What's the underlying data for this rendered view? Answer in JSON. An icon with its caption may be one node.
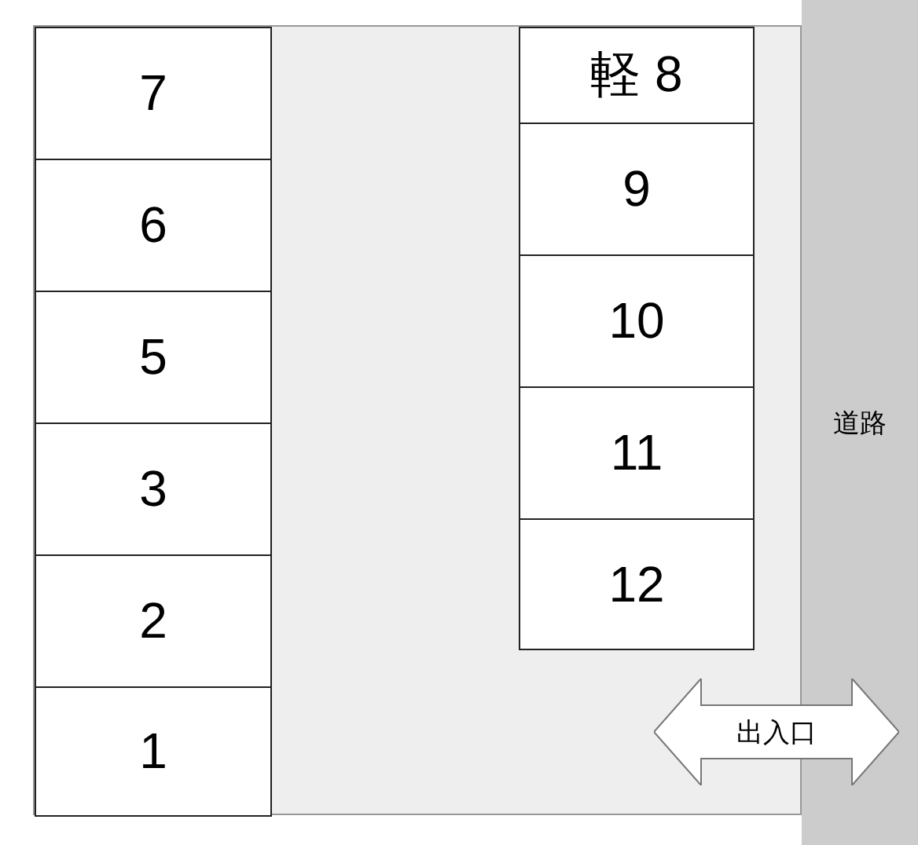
{
  "diagram": {
    "nodes": [
      {
        "text": [],
        "shape": "box"
      },
      {
        "text": [
          "7"
        ],
        "in": 0
      },
      {
        "text": [
          "6"
        ],
        "in": 0
      },
      {
        "text": [
          "5"
        ],
        "in": 0
      },
      {
        "text": [
          "3"
        ],
        "in": 0
      },
      {
        "text": [
          "2"
        ],
        "in": 0
      },
      {
        "text": [
          "1"
        ],
        "in": 0
      },
      {
        "text": [
          "軽 8"
        ],
        "in": 0
      },
      {
        "text": [
          "9"
        ],
        "in": 0
      },
      {
        "text": [
          "10"
        ],
        "in": 0
      },
      {
        "text": [
          "11"
        ],
        "in": 0
      },
      {
        "text": [
          "12"
        ],
        "in": 0
      },
      {
        "text": [
          "道路"
        ]
      },
      {
        "text": [
          "出入口"
        ]
      }
    ]
  }
}
